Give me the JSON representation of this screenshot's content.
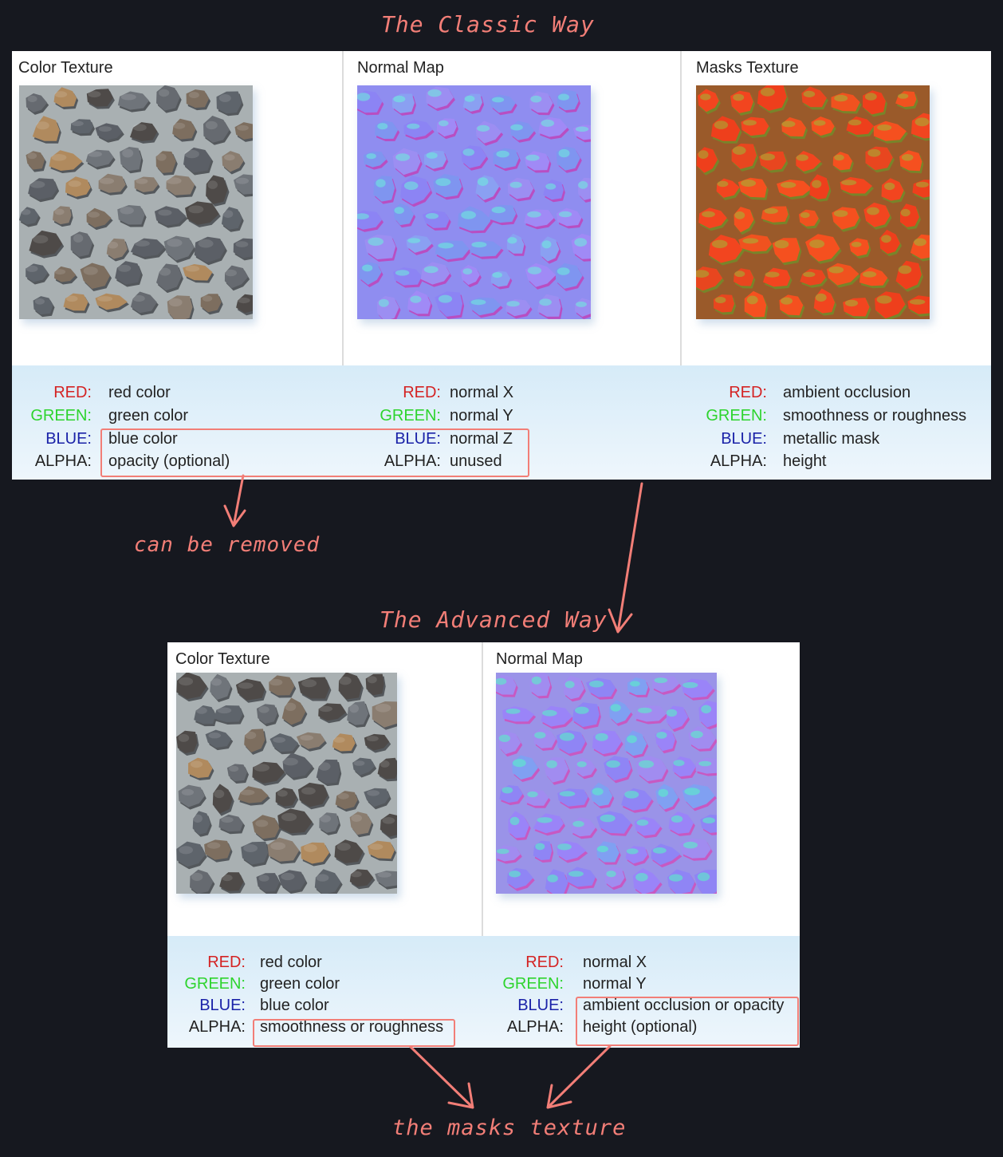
{
  "headings": {
    "classic": "The Classic Way",
    "advanced": "The Advanced Way",
    "removed": "can be removed",
    "masks": "the masks texture"
  },
  "channel_labels": {
    "red": "RED:",
    "green": "GREEN:",
    "blue": "BLUE:",
    "alpha": "ALPHA:"
  },
  "colors": {
    "red": "#d42323",
    "green": "#2ed42e",
    "blue": "#1a22a8",
    "accent": "#f27e77",
    "background": "#16181f"
  },
  "classic": [
    {
      "title": "Color Texture",
      "red": "red color",
      "green": "green color",
      "blue": "blue color",
      "alpha": "opacity (optional)"
    },
    {
      "title": "Normal Map",
      "red": "normal X",
      "green": "normal Y",
      "blue": "normal Z",
      "alpha": "unused"
    },
    {
      "title": "Masks Texture",
      "red": "ambient occlusion",
      "green": "smoothness or roughness",
      "blue": "metallic mask",
      "alpha": "height"
    }
  ],
  "advanced": [
    {
      "title": "Color Texture",
      "red": "red color",
      "green": "green color",
      "blue": "blue color",
      "alpha": "smoothness or roughness"
    },
    {
      "title": "Normal Map",
      "red": "normal X",
      "green": "normal Y",
      "blue": "ambient occlusion or opacity",
      "alpha": "height (optional)"
    }
  ]
}
